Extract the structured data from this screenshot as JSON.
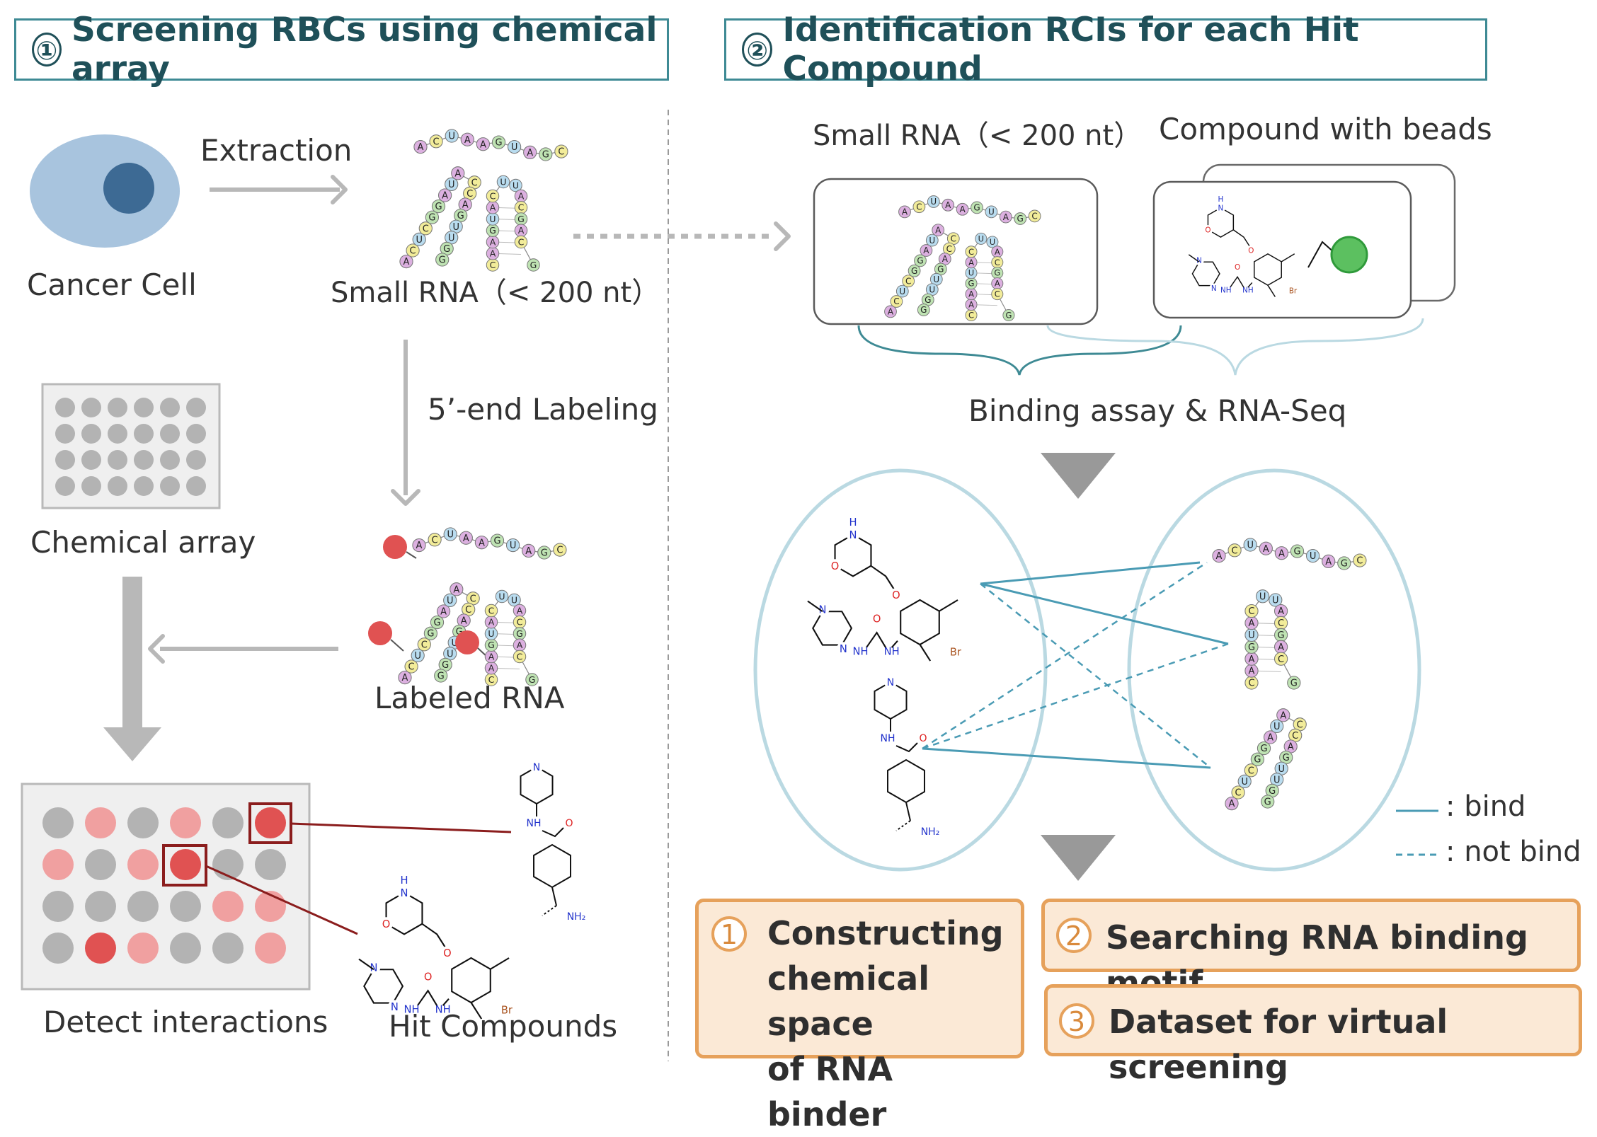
{
  "panel1": {
    "number": "①",
    "title": "Screening RBCs using chemical array",
    "cancer_cell": "Cancer Cell",
    "extraction": "Extraction",
    "small_rna": "Small RNA（< 200 nt）",
    "labeling": "5’-end Labeling",
    "chemical_array": "Chemical array",
    "labeled_rna": "Labeled RNA",
    "detect": "Detect interactions",
    "hit_compounds": "Hit Compounds"
  },
  "panel2": {
    "number": "②",
    "title": "Identification RCIs for each Hit Compound",
    "small_rna": "Small RNA（< 200 nt）",
    "compound_beads": "Compound with beads",
    "assay": "Binding assay & RNA-Seq",
    "legend_bind": ": bind",
    "legend_not_bind": ": not bind"
  },
  "outcomes": [
    {
      "number": "1",
      "lines": [
        "Constructing",
        "chemical space",
        "of RNA binder"
      ]
    },
    {
      "number": "2",
      "text": "Searching RNA binding motif"
    },
    {
      "number": "3",
      "text": "Dataset for virtual screening"
    }
  ],
  "colors": {
    "teal": "#3e8a94",
    "arrow_gray": "#b8b8b8",
    "well_gray": "#b3b3b3",
    "well_pink": "#f0a0a0",
    "well_red": "#e05252",
    "cell_body": "#a8c4de",
    "cell_nucleus": "#3d6a94",
    "bead_green": "#5cc060",
    "outcome_fill": "#fbe9d6",
    "outcome_border": "#e6a15b"
  },
  "rna": {
    "linear": [
      "A",
      "C",
      "U",
      "A",
      "A",
      "G",
      "U",
      "A",
      "G",
      "C"
    ],
    "hairpin": [
      "C",
      "A",
      "A",
      "G",
      "U",
      "A",
      "C",
      "U",
      "U",
      "A",
      "C",
      "G",
      "A",
      "C",
      "G"
    ],
    "stem": [
      "A",
      "C",
      "U",
      "C",
      "G",
      "G",
      "A",
      "U",
      "A",
      "C",
      "C",
      "A",
      "G",
      "U",
      "U",
      "G",
      "G"
    ]
  },
  "atoms": {
    "N": "N",
    "O": "O",
    "H": "H",
    "NH": "NH",
    "NH2": "NH₂",
    "Br": "Br"
  }
}
